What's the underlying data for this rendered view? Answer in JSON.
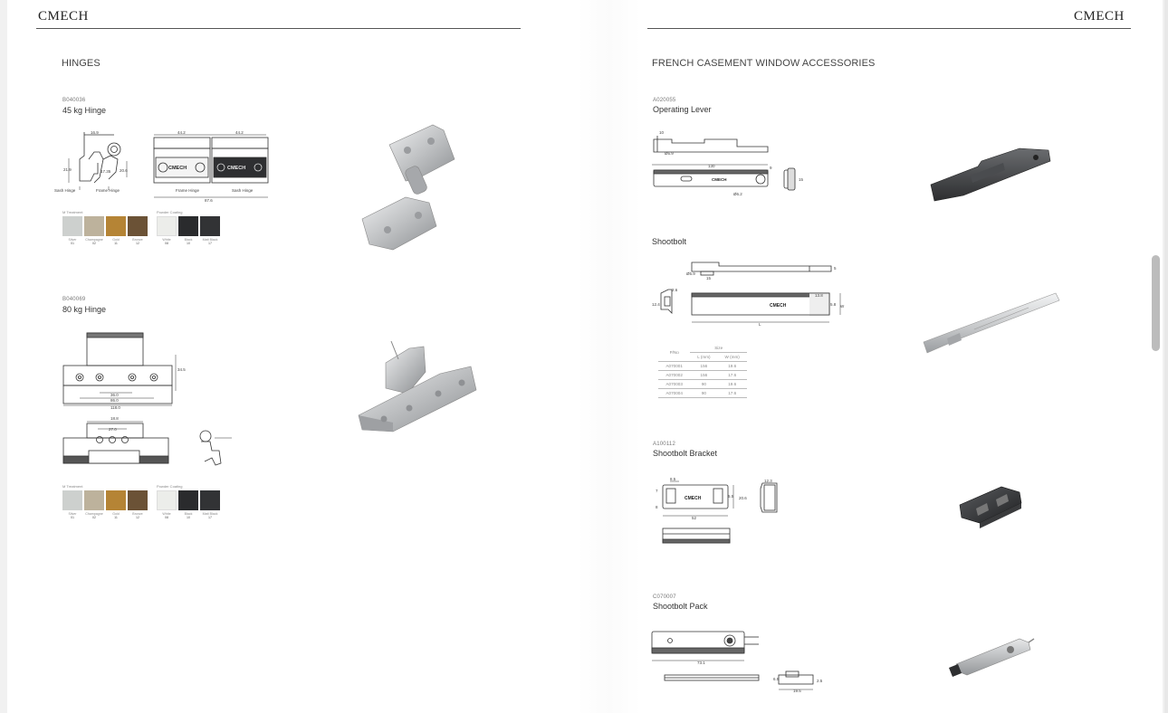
{
  "brand": {
    "left": "CMECH",
    "right": "CMECH"
  },
  "left_page": {
    "section_title": "HINGES",
    "products": [
      {
        "code": "B040036",
        "name": "45 kg Hinge",
        "drawing_labels": {
          "sash_hinge": "Sash Hinge",
          "frame_hinge": "Frame Hinge",
          "frame_hinge_2": "Frame Hinge",
          "sash_hinge_2": "Sash Hinge",
          "dim_a": "16.9",
          "dim_b": "44.2",
          "dim_c": "44.2",
          "dim_d": "21.9",
          "dim_e": "17.35",
          "dim_f": "20.6",
          "dim_g": "87.6",
          "logo": "CMECH"
        }
      },
      {
        "code": "B040069",
        "name": "80 kg Hinge",
        "drawing_labels": {
          "dim_a": "36.0",
          "dim_b": "86.0",
          "dim_c": "118.0",
          "dim_d": "34.5",
          "dim_e": "18.8",
          "dim_f": "27.0"
        }
      }
    ],
    "finishes": {
      "treatment_label": "M Treatment",
      "coating_label": "Powder Coating",
      "treatment": [
        {
          "name": "Silver",
          "code": "01",
          "color": "#cdd0ce"
        },
        {
          "name": "Champagne",
          "code": "02",
          "color": "#bdb29c"
        },
        {
          "name": "Gold",
          "code": "11",
          "color": "#b58435"
        },
        {
          "name": "Bronze",
          "code": "12",
          "color": "#6b5236"
        }
      ],
      "coating": [
        {
          "name": "White",
          "code": "08",
          "color": "#ecedea"
        },
        {
          "name": "Black",
          "code": "10",
          "color": "#2a2b2d"
        },
        {
          "name": "Matt Black",
          "code": "17",
          "color": "#323335"
        }
      ]
    }
  },
  "right_page": {
    "section_title": "FRENCH CASEMENT WINDOW ACCESSORIES",
    "products": [
      {
        "code": "A020055",
        "name": "Operating Lever",
        "drawing_labels": {
          "dim_a": "10",
          "dim_b": "Ø5.9",
          "dim_c": "130",
          "dim_d": "9",
          "dim_e": "Ø6.2",
          "dim_f": "15",
          "logo": "CMECH"
        }
      },
      {
        "code": "",
        "name": "Shootbolt",
        "drawing_labels": {
          "dim_a": "Ø5.9",
          "dim_b": "15",
          "dim_c": "5",
          "dim_d": "2.6",
          "dim_e": "12.4",
          "dim_f": "13.8",
          "dim_g": "5.8",
          "dim_h": "W",
          "dim_i": "L",
          "logo": "CMECH"
        },
        "size_table": {
          "header_pno": "P/No",
          "header_size": "Size",
          "header_l": "L (mm)",
          "header_w": "W (mm)",
          "rows": [
            {
              "pno": "A070001",
              "l": "156",
              "w": "19.6"
            },
            {
              "pno": "A070002",
              "l": "156",
              "w": "17.6"
            },
            {
              "pno": "A070003",
              "l": "90",
              "w": "19.6"
            },
            {
              "pno": "A070004",
              "l": "90",
              "w": "17.6"
            }
          ]
        }
      },
      {
        "code": "A100112",
        "name": "Shootbolt Bracket",
        "drawing_labels": {
          "dim_a": "8.5",
          "dim_b": "5.5",
          "dim_c": "20.6",
          "dim_d": "52",
          "dim_e": "12.3",
          "dim_f": "7",
          "dim_g": "8",
          "logo": "CMECH"
        }
      },
      {
        "code": "C070007",
        "name": "Shootbolt Pack",
        "drawing_labels": {
          "dim_a": "73.1",
          "dim_b": "6.5",
          "dim_c": "2.5",
          "dim_d": "19.5"
        }
      }
    ]
  },
  "colors": {
    "metal_light": "#d9dadb",
    "metal_mid": "#b3b5b7",
    "metal_dark": "#7d8084",
    "black_part": "#3a3b3d"
  }
}
